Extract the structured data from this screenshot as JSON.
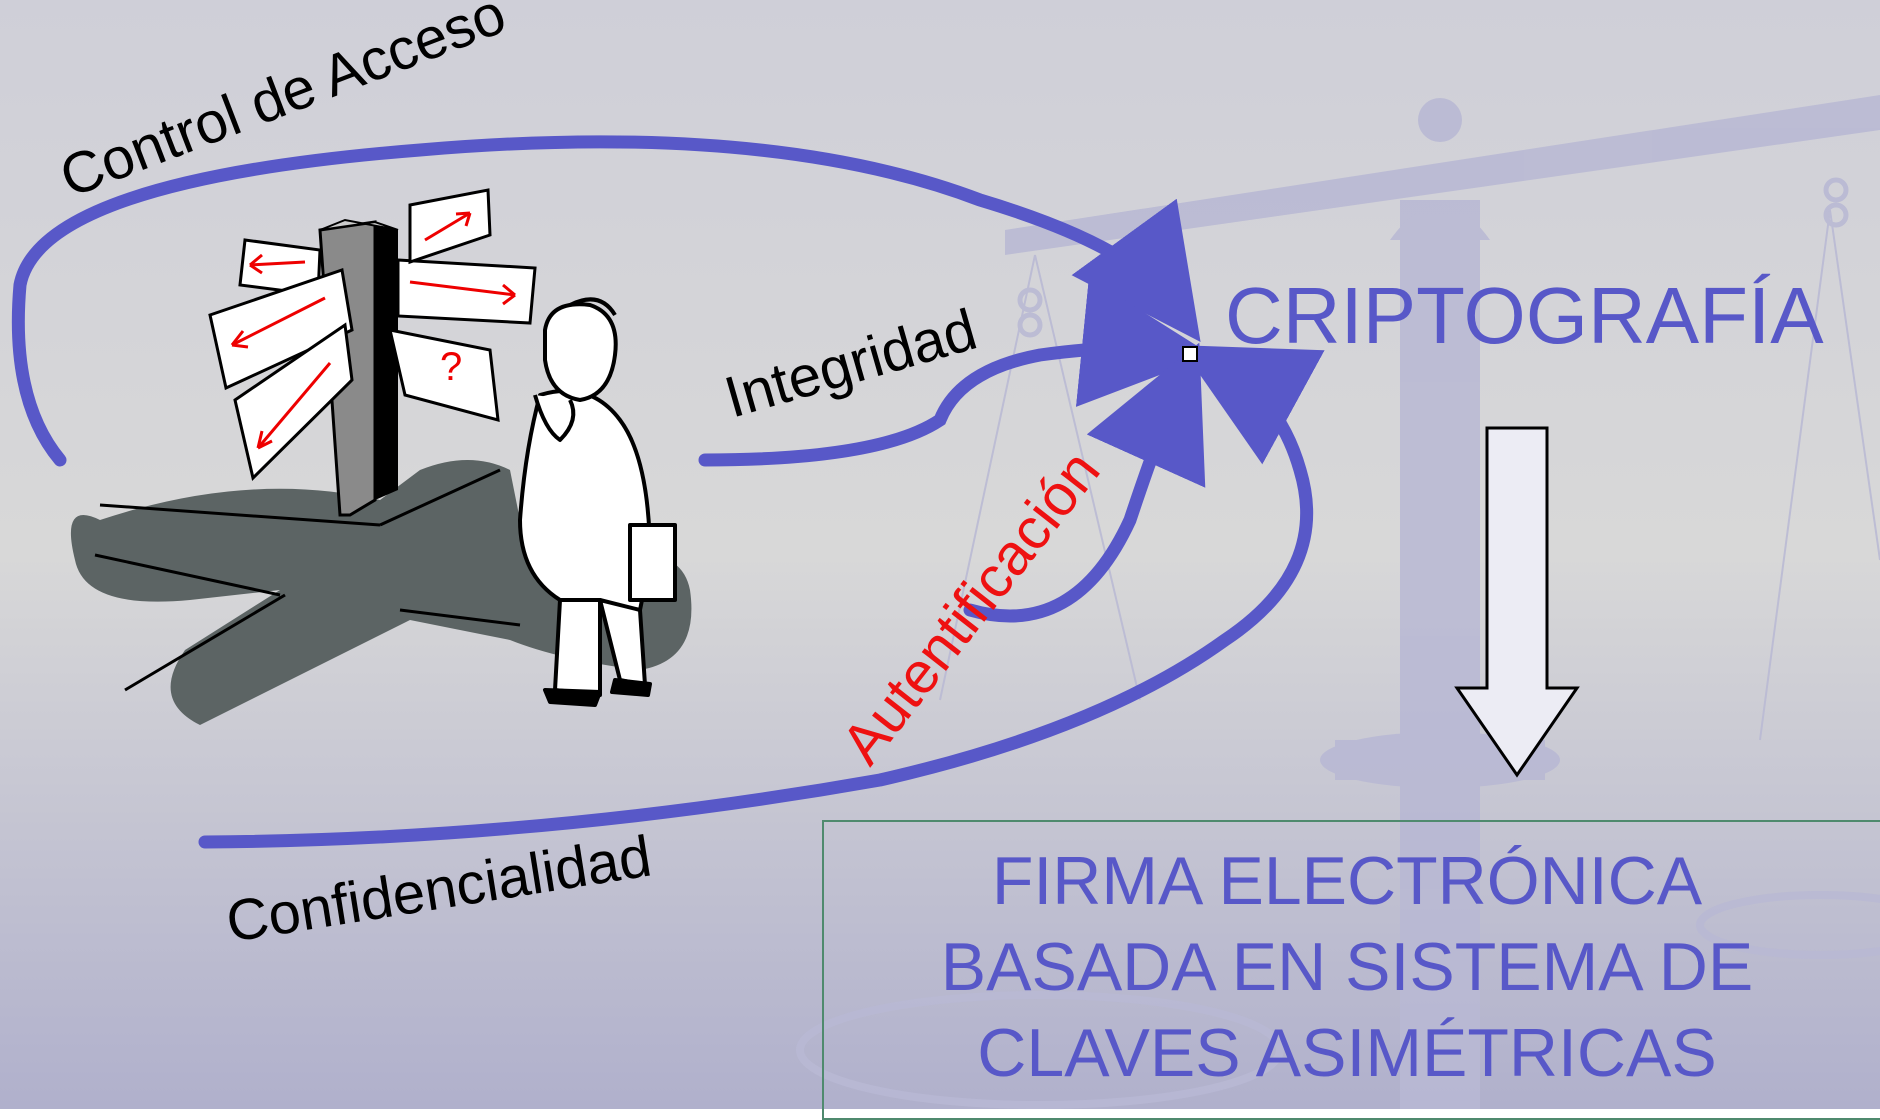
{
  "labels": {
    "control_acceso": "Control de Acceso",
    "integridad": "Integridad",
    "autentificacion": "Autentificación",
    "confidencialidad": "Confidencialidad",
    "criptografia": "CRIPTOGRAFÍA",
    "signpost_question": "?"
  },
  "result": {
    "line1": "FIRMA ELECTRÓNICA",
    "line2": "BASADA EN SISTEMA DE",
    "line3": "CLAVES ASIMÉTRICAS"
  },
  "colors": {
    "arrow_blue": "#5858c8",
    "title_blue": "#5858c8",
    "red_label": "#ee1111",
    "label_black": "#000000",
    "shadow_gray": "#5c6464",
    "scale_lavender": "#b8b8d4",
    "bg_top": "#cfcfd8",
    "bg_bottom": "#b4b4cf",
    "box_border": "#4f8a6e"
  },
  "icons": {
    "background": "balance-scale-icon",
    "clipart": "person-at-signpost-icon",
    "down_arrow": "down-arrow-icon"
  }
}
